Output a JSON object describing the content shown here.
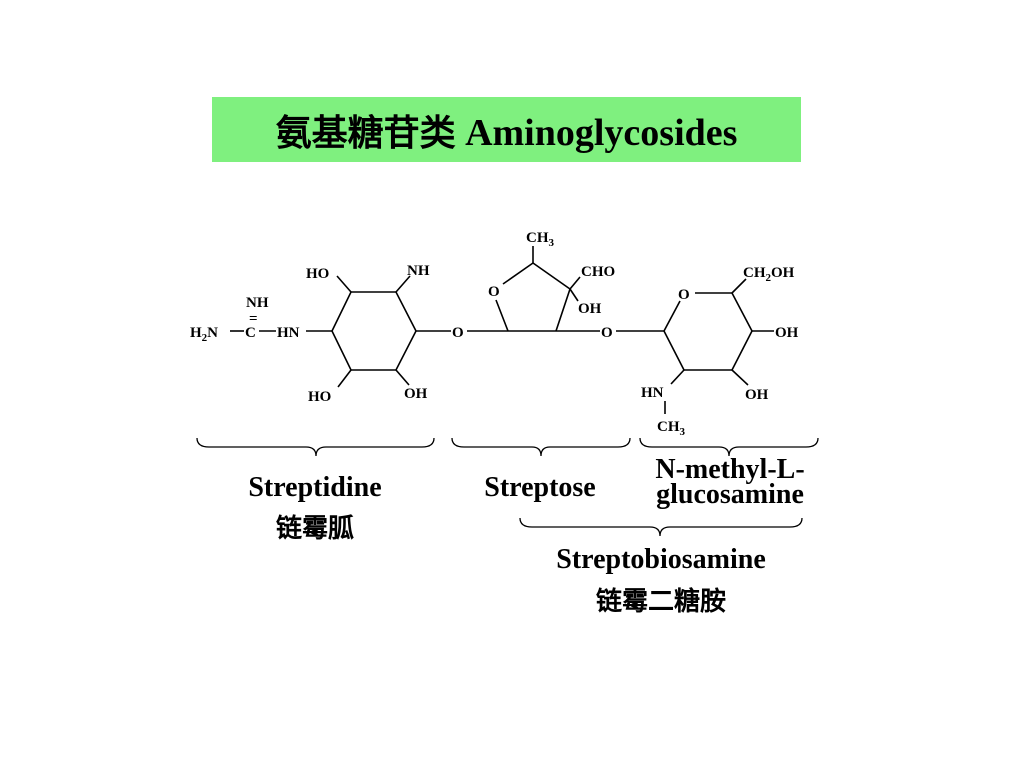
{
  "title": {
    "cn": "氨基糖苷类",
    "en": "Aminoglycosides",
    "bg_color": "#7ff07f"
  },
  "atoms": {
    "nh_imine": "NH",
    "double_bond": "=",
    "h2n_prefix": "H",
    "h2n_sub": "2",
    "h2n_suffix": "N",
    "c": "C",
    "hn_link": "HN",
    "ho_top": "HO",
    "nh_top": "NH",
    "ho_bottom": "HO",
    "oh_bottom": "OH",
    "o_link1": "O",
    "ch3_prefix": "CH",
    "ch3_sub": "3",
    "o_ring_furan": "O",
    "cho": "CHO",
    "oh_furan": "OH",
    "o_link2": "O",
    "ch2oh_a": "CH",
    "ch2oh_sub": "2",
    "ch2oh_b": "OH",
    "o_ring_pyran": "O",
    "oh_right": "OH",
    "hn_methyl": "HN",
    "oh_pyran_bottom": "OH",
    "nch3_prefix": "CH",
    "nch3_sub": "3"
  },
  "labels": {
    "streptidine_en": "Streptidine",
    "streptidine_cn": "链霉胍",
    "streptose": "Streptose",
    "nmethyl_line1": "N-methyl-L-",
    "nmethyl_line2": "glucosamine",
    "streptobiosamine_en": "Streptobiosamine",
    "streptobiosamine_cn": "链霉二糖胺"
  }
}
